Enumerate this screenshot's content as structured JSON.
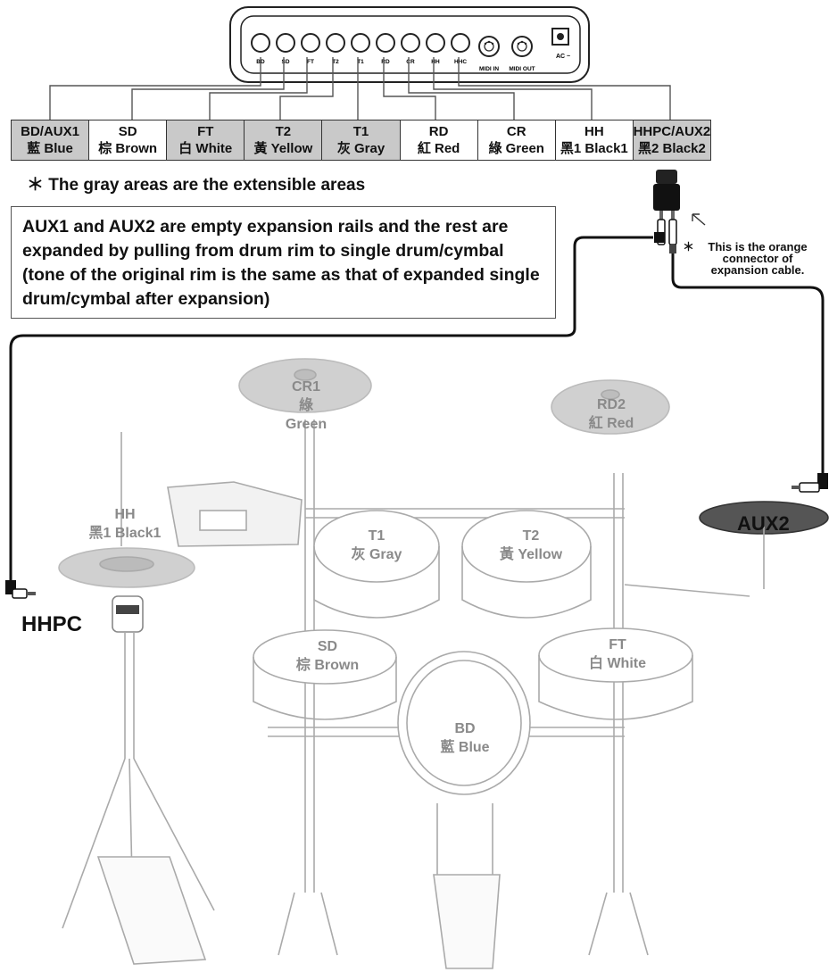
{
  "module": {
    "ports": [
      "BD",
      "SD",
      "FT",
      "T2",
      "T1",
      "RD",
      "CR",
      "HH",
      "HHC"
    ],
    "midi_in": "MIDI IN",
    "midi_out": "MIDI OUT",
    "ac": "AC ~"
  },
  "channels": [
    {
      "code": "BD/AUX1",
      "name": "藍 Blue",
      "extensible": true
    },
    {
      "code": "SD",
      "name": "棕 Brown",
      "extensible": false
    },
    {
      "code": "FT",
      "name": "白 White",
      "extensible": true
    },
    {
      "code": "T2",
      "name": "黃 Yellow",
      "extensible": true
    },
    {
      "code": "T1",
      "name": "灰 Gray",
      "extensible": true
    },
    {
      "code": "RD",
      "name": "紅 Red",
      "extensible": false
    },
    {
      "code": "CR",
      "name": "綠 Green",
      "extensible": false
    },
    {
      "code": "HH",
      "name": "黑1 Black1",
      "extensible": false
    },
    {
      "code": "HHPC/AUX2",
      "name": "黑2 Black2",
      "extensible": true
    }
  ],
  "notes": {
    "gray_areas": "＊ The gray areas are the extensible areas",
    "info": "AUX1 and AUX2 are empty expansion rails and the rest are expanded by pulling from drum rim to single drum/cymbal (tone of the original rim is the same as that of expanded single drum/cymbal after expansion)",
    "orange_star": "＊",
    "orange_lines": [
      "This is the orange",
      "connector of",
      "expansion  cable."
    ]
  },
  "labels": {
    "hhpc": "HHPC",
    "aux2": "AUX2"
  },
  "drums": {
    "cr1": {
      "code": "CR1",
      "name": "綠 Green"
    },
    "rd2": {
      "code": "RD2",
      "name": "紅 Red"
    },
    "hh": {
      "code": "HH",
      "name": "黑1 Black1"
    },
    "t1": {
      "code": "T1",
      "name": "灰 Gray"
    },
    "t2": {
      "code": "T2",
      "name": "黃 Yellow"
    },
    "sd": {
      "code": "SD",
      "name": "棕 Brown"
    },
    "ft": {
      "code": "FT",
      "name": "白 White"
    },
    "bd": {
      "code": "BD",
      "name": "藍 Blue"
    }
  }
}
